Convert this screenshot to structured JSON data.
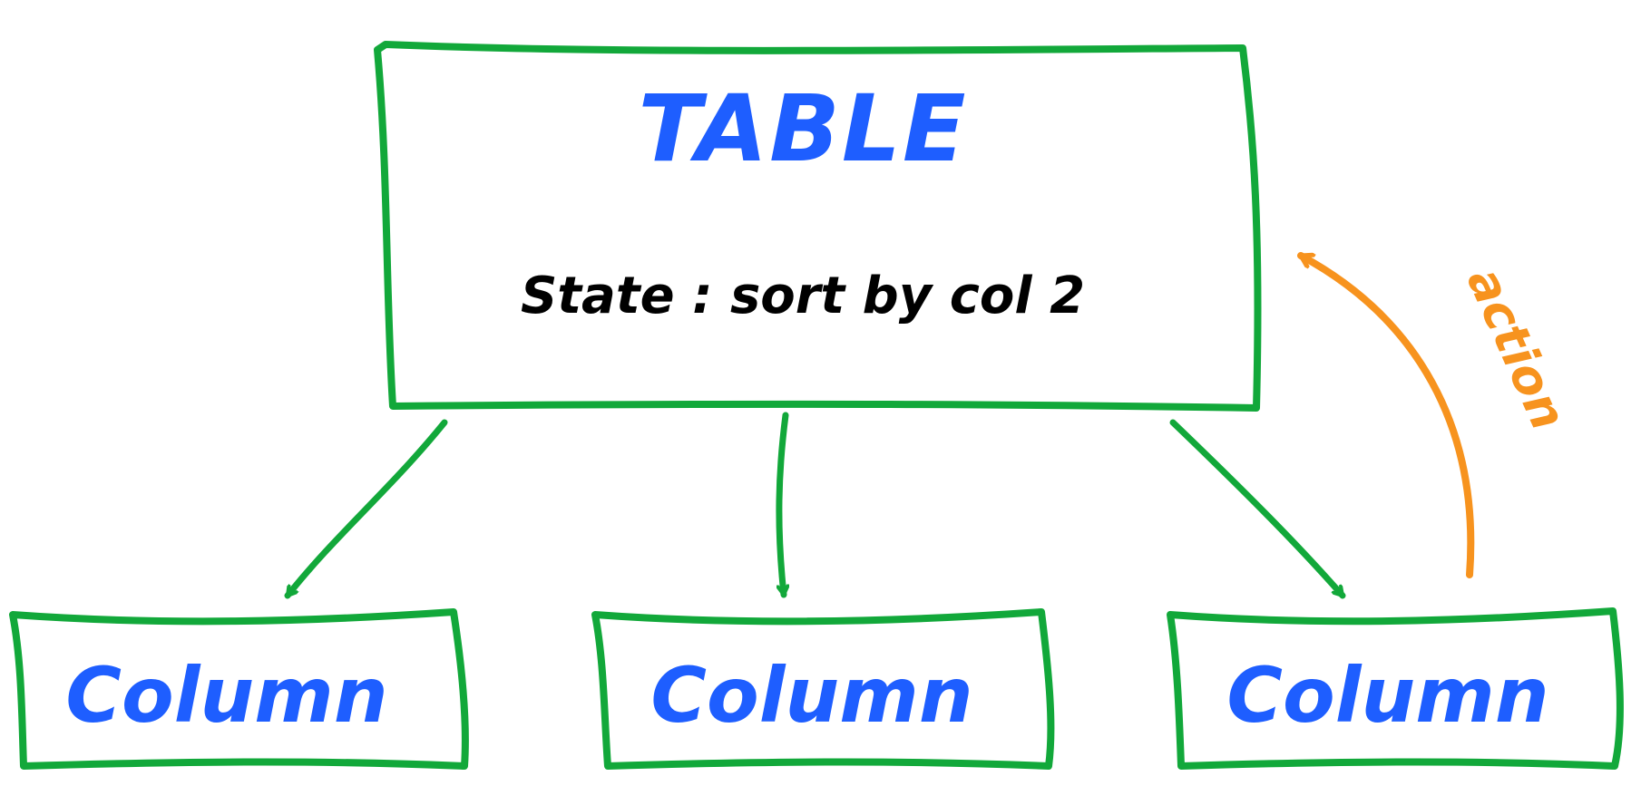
{
  "table": {
    "title": "TABLE",
    "state_label": "State : sort by col 2"
  },
  "columns": [
    {
      "label": "Column"
    },
    {
      "label": "Column"
    },
    {
      "label": "Column"
    }
  ],
  "action": {
    "label": "action"
  },
  "colors": {
    "box_stroke": "#12A83A",
    "title_text": "#1E5EFF",
    "body_text": "#000000",
    "action_arrow": "#F7931E"
  }
}
